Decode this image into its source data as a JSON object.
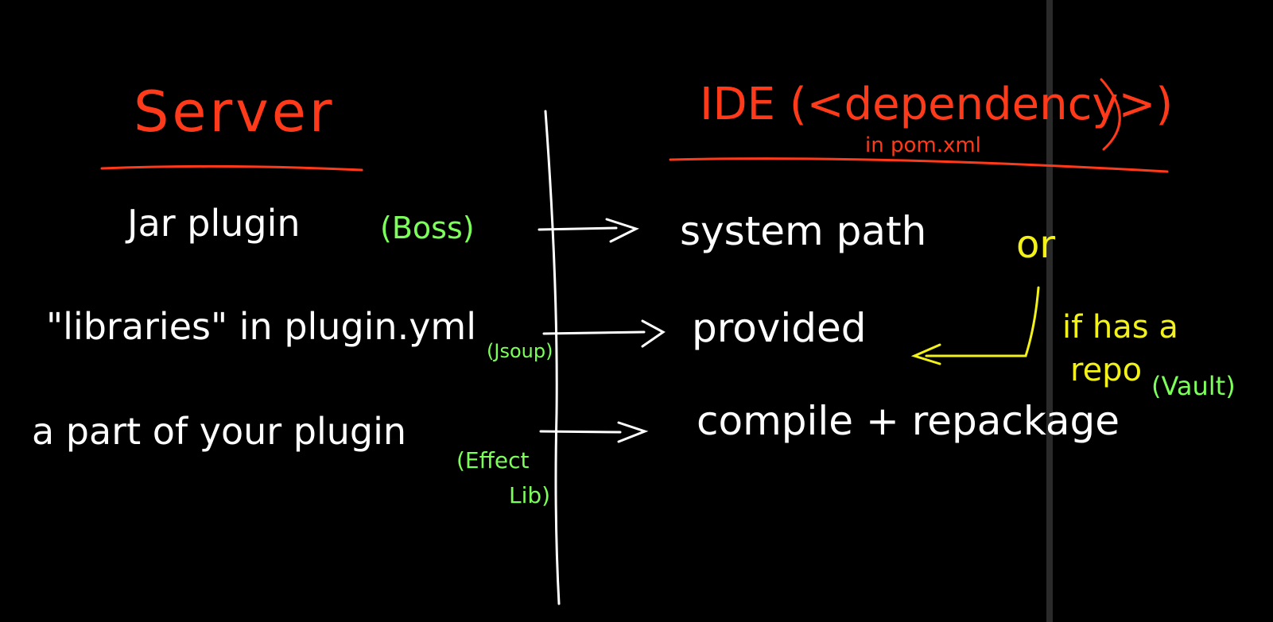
{
  "left": {
    "title": "Server",
    "rows": [
      {
        "label": "Jar plugin",
        "note": "(Boss)"
      },
      {
        "label": "\"libraries\" in plugin.yml",
        "note": "(Jsoup)"
      },
      {
        "label": "a part of your plugin",
        "note": "(Effect",
        "note2": "Lib)"
      }
    ]
  },
  "right": {
    "title": "IDE (<dependency>)",
    "subtitle": "in pom.xml",
    "rows": [
      {
        "label": "system path"
      },
      {
        "label": "provided"
      },
      {
        "label": "compile + repackage"
      }
    ]
  },
  "side": {
    "or": "or",
    "condition": "if has a",
    "condition2": "repo",
    "example": "(Vault)"
  },
  "colors": {
    "background": "#000000",
    "main": "#ffffff",
    "heading": "#ff3a1a",
    "note": "#7cff5a",
    "aside": "#f2f21a"
  }
}
